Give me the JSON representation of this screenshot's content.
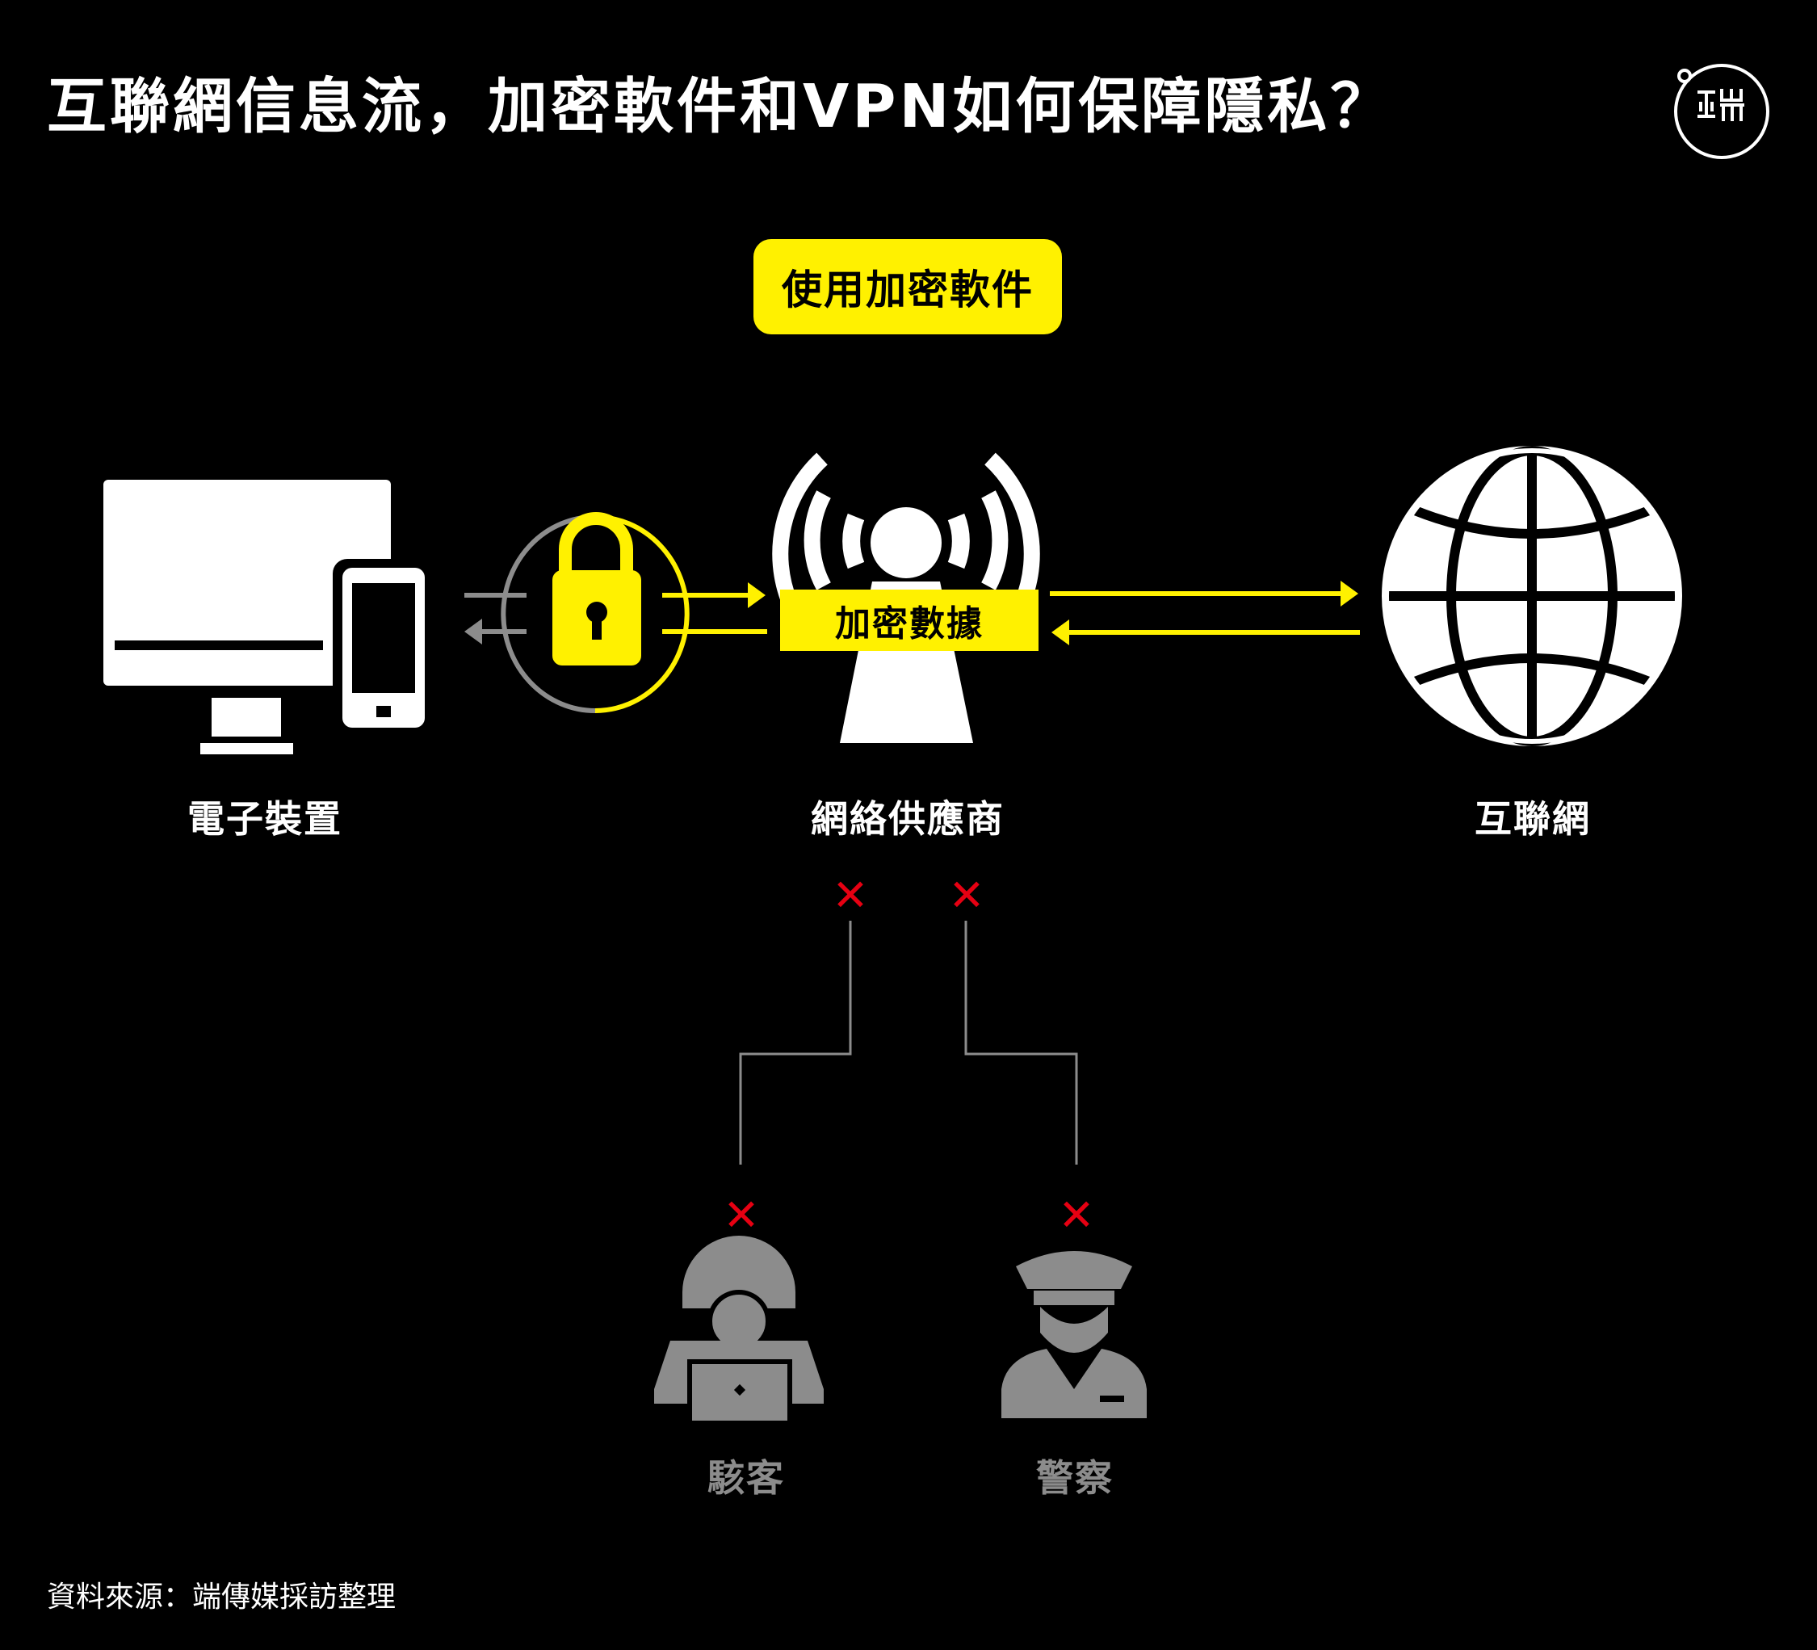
{
  "title": "互聯網信息流，加密軟件和VPN如何保障隱私？",
  "logo": {
    "icon": "initium-logo-icon",
    "text": "亞而"
  },
  "mode_label": "使用加密軟件",
  "encrypted_data_label": "加密數據",
  "nodes": {
    "device": "電子裝置",
    "isp": "網絡供應商",
    "internet": "互聯網",
    "hacker": "駭客",
    "police": "警察"
  },
  "blocked_mark": "✕",
  "source": "資料來源：端傳媒採訪整理",
  "colors": {
    "accent": "#fff100",
    "blocked": "#e60012",
    "muted": "#8c8c8c",
    "background": "#000000"
  }
}
